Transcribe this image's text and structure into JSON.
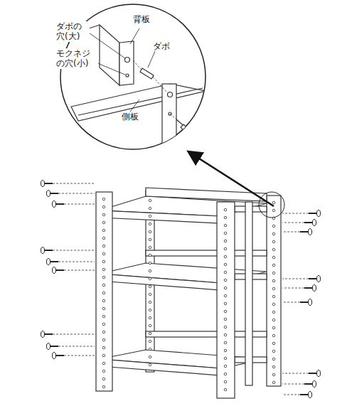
{
  "diagram": {
    "labels": [
      "背板",
      "ダボの 穴(大)",
      "ダボ",
      "モクネジ の穴(小)",
      "側板"
    ]
  }
}
